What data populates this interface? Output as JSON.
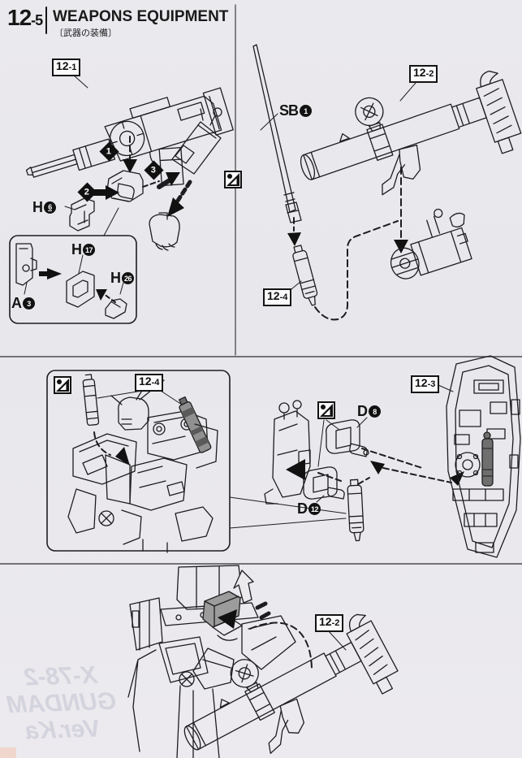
{
  "header": {
    "step_no": "12",
    "step_suffix": "-5",
    "title": "WEAPONS EQUIPMENT",
    "subtitle_jp": "〔武器の装備〕"
  },
  "labels": {
    "rifle": {
      "no": "12",
      "suffix": "-1"
    },
    "bazooka_top": {
      "no": "12",
      "suffix": "-2"
    },
    "saber_top": {
      "no": "12",
      "suffix": "-4"
    },
    "saber_panel": {
      "no": "12",
      "suffix": "-4"
    },
    "shield": {
      "no": "12",
      "suffix": "-3"
    },
    "bazooka_bottom": {
      "no": "12",
      "suffix": "-2"
    }
  },
  "callouts": {
    "sb1": {
      "letter": "SB",
      "number": "1"
    },
    "h6": {
      "letter": "H",
      "number": "6"
    },
    "h17": {
      "letter": "H",
      "number": "17"
    },
    "h26": {
      "letter": "H",
      "number": "26"
    },
    "a3": {
      "letter": "A",
      "number": "3"
    },
    "d8": {
      "letter": "D",
      "number": "8"
    },
    "d12": {
      "letter": "D",
      "number": "12"
    }
  },
  "steps": {
    "s1": "1",
    "s2": "2",
    "s3": "3"
  },
  "ghost": {
    "line1": "X-78-2",
    "line2": "GUNDAM",
    "line3": "Ver.Ka"
  },
  "colors": {
    "paper": "#e9e8ec",
    "ink": "#1d1d1f",
    "gray_part": "#9c9c9c",
    "dark_part": "#6f6f6f"
  }
}
